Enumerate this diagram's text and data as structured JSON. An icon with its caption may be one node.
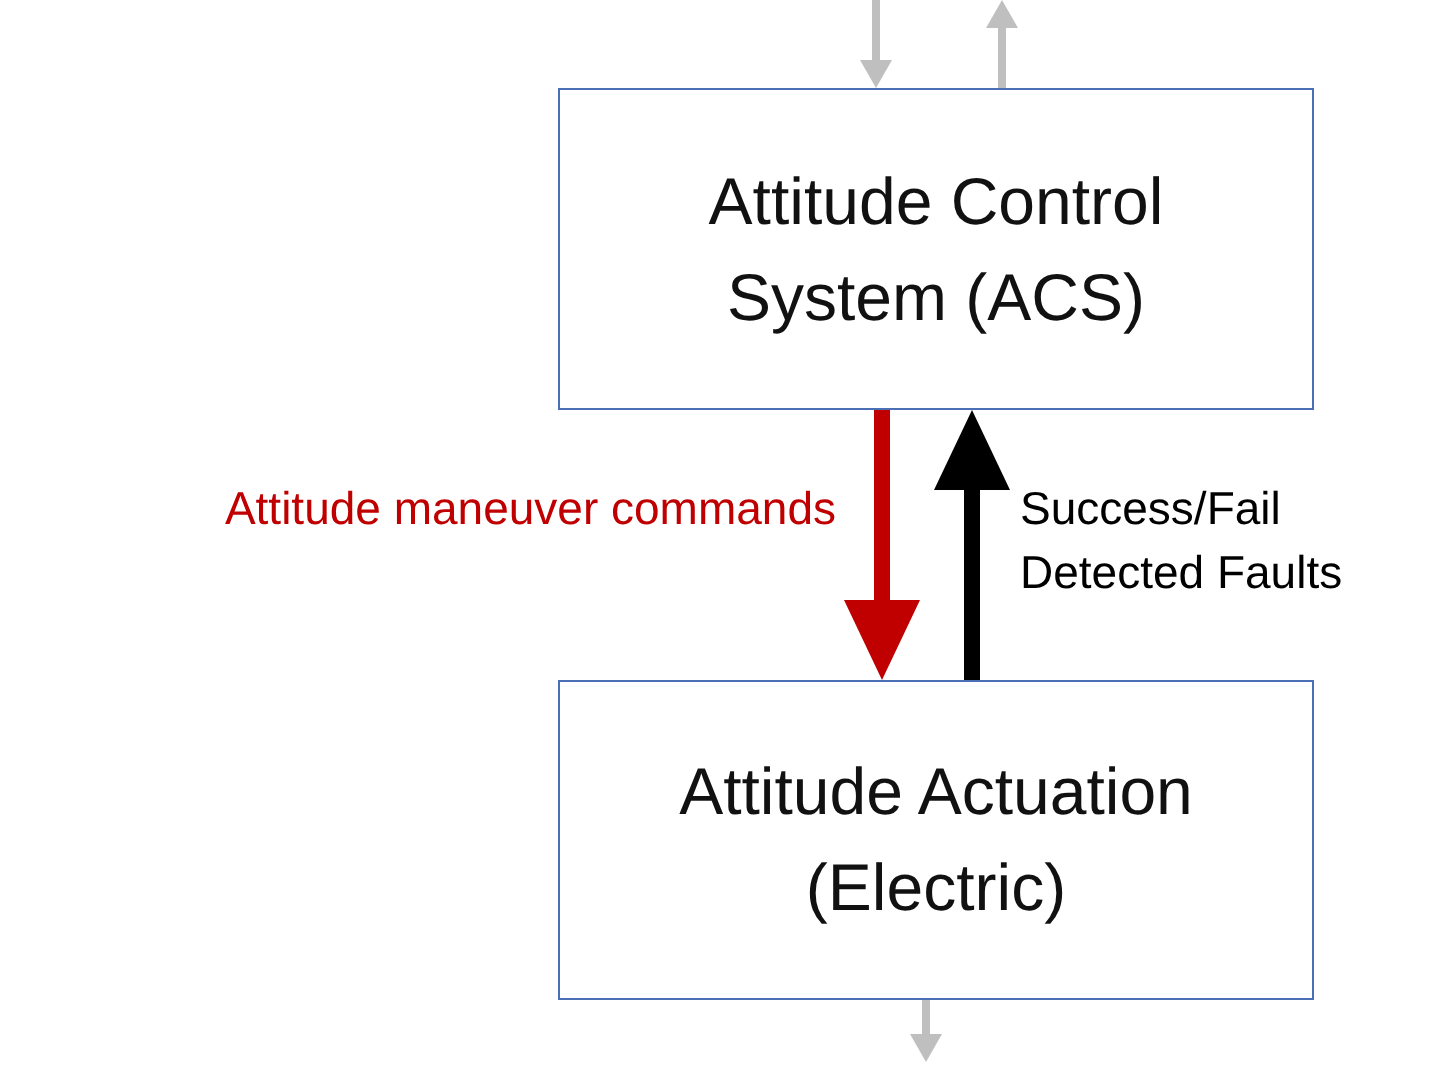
{
  "diagram": {
    "nodes": [
      {
        "text": [
          "Attitude Control System (ACS)"
        ]
      },
      {
        "text": [
          "Attitude Actuation (Electric)"
        ]
      }
    ],
    "edges": [
      {
        "from": null,
        "to": 0,
        "arrow": "to"
      },
      {
        "from": 0,
        "to": null,
        "arrow": "to"
      },
      {
        "from": 0,
        "to": 1,
        "arrow": "to",
        "label": "Attitude maneuver commands",
        "style": "thick",
        "color": "#c00000"
      },
      {
        "from": 1,
        "to": 0,
        "arrow": "to",
        "label": "Success/Fail Detected Faults",
        "style": "thick",
        "color": "#000000"
      },
      {
        "from": 1,
        "to": null,
        "arrow": "to"
      }
    ]
  }
}
